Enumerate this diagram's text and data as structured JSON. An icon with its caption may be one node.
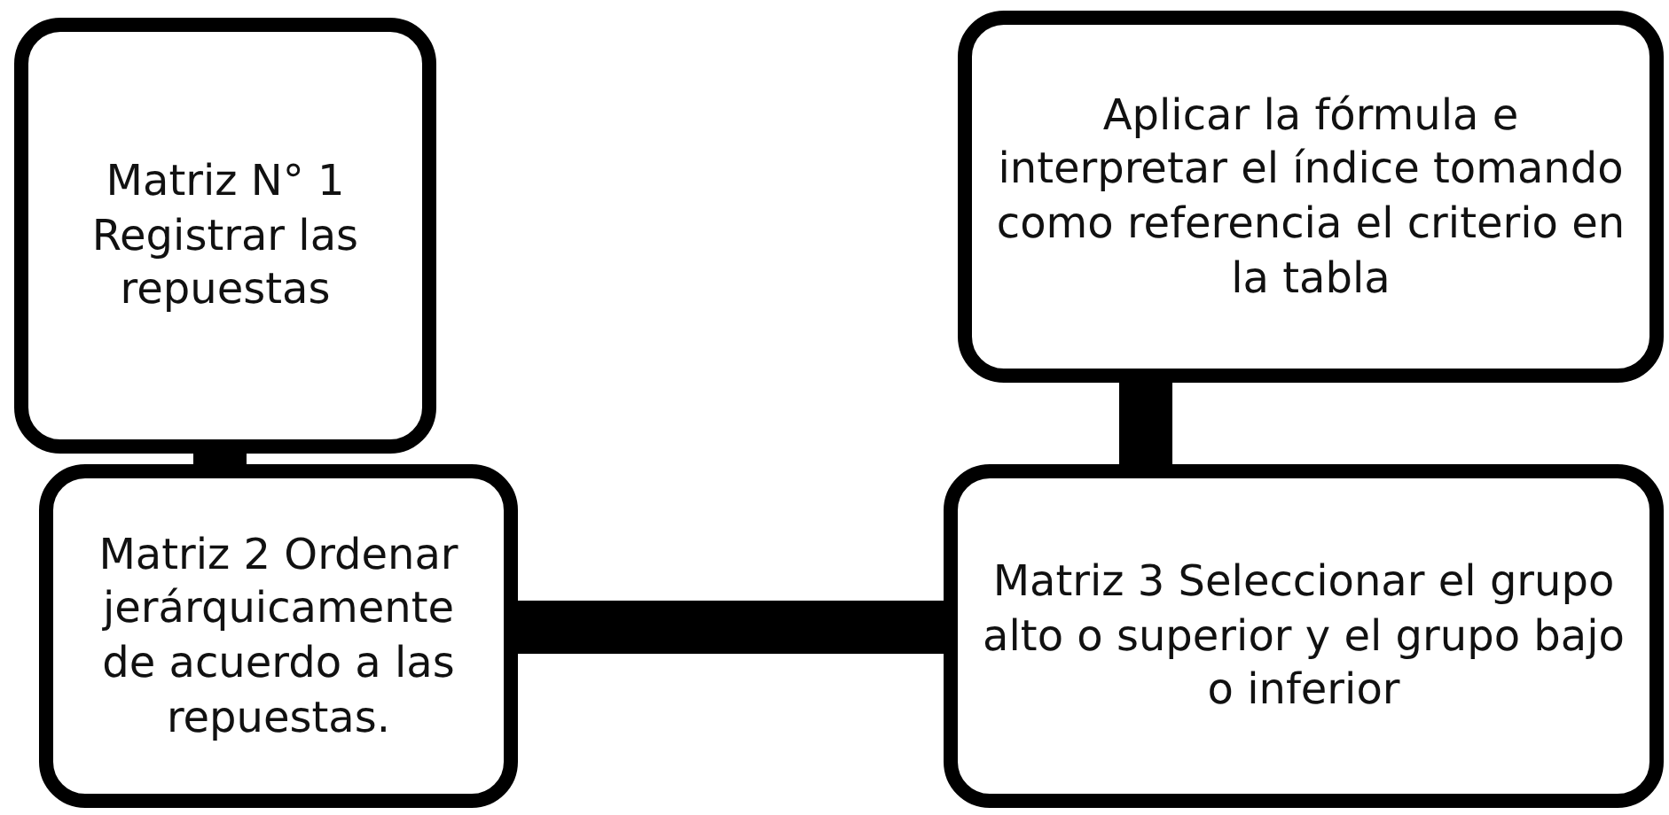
{
  "diagram": {
    "nodes": [
      {
        "text": [
          "Matriz  N° 1 Registrar las repuestas"
        ]
      },
      {
        "text": [
          "Aplicar la fórmula e interpretar el índice tomando como referencia el criterio en la tabla"
        ]
      },
      {
        "text": [
          "Matriz 2 Ordenar jerárquicamente de acuerdo a las repuestas."
        ]
      },
      {
        "text": [
          "Matriz 3 Seleccionar el grupo alto o superior y el grupo bajo o inferior"
        ]
      }
    ],
    "edges": [
      {
        "from": 0,
        "to": 2,
        "arrow": "none"
      },
      {
        "from": 2,
        "to": 3,
        "arrow": "none"
      },
      {
        "from": 3,
        "to": 1,
        "arrow": "none"
      }
    ]
  }
}
